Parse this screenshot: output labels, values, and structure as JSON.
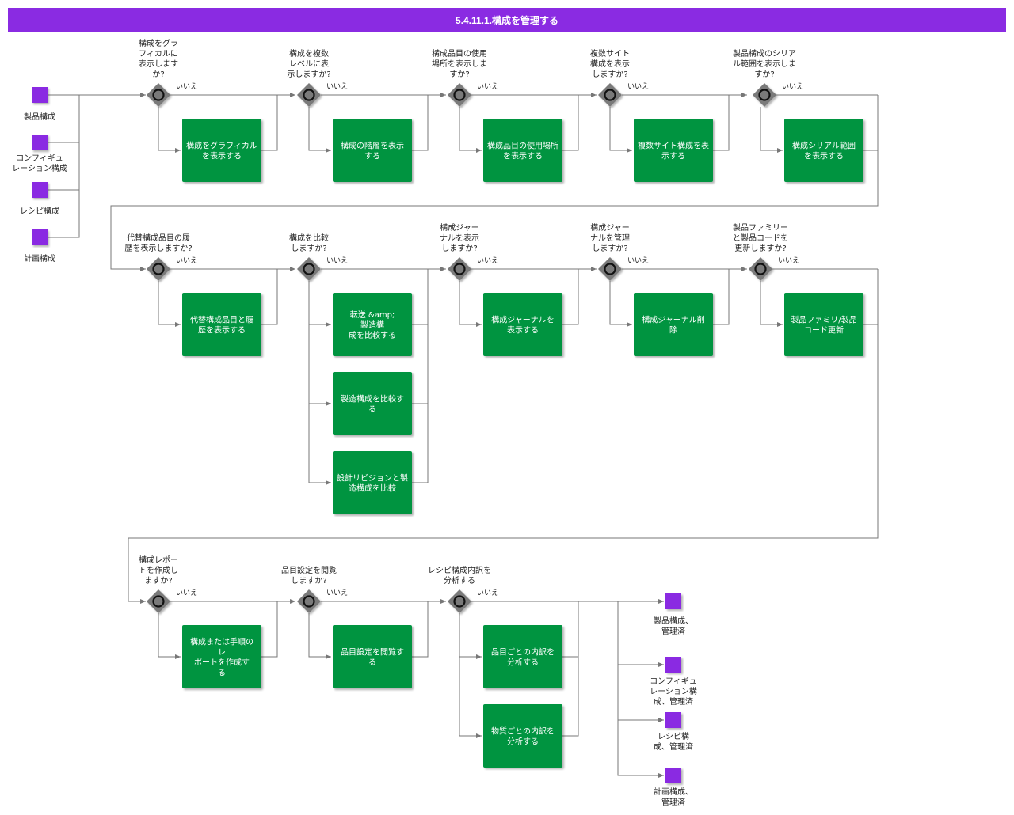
{
  "title": "5.4.11.1.構成を管理する",
  "colors": {
    "header": "#8a2be2",
    "event": "#8a2be2",
    "activity": "#00943f",
    "gateway": "#7a7a7a",
    "line": "#777777"
  },
  "start_events": [
    [
      "製品構成"
    ],
    [
      "コンフィギュ",
      "レーション構成"
    ],
    [
      "レシピ構成"
    ],
    [
      "計画構成"
    ]
  ],
  "end_events": [
    [
      "製品構成、",
      "管理済"
    ],
    [
      "コンフィギュ",
      "レーション構",
      "成、管理済"
    ],
    [
      "レシピ構",
      "成、管理済"
    ],
    [
      "計画構成、",
      "管理済"
    ]
  ],
  "no_label": "いいえ",
  "gateways": [
    [
      "構成をグラ",
      "フィカルに",
      "表示します",
      "か?"
    ],
    [
      "構成を複数",
      "レベルに表",
      "示しますか?"
    ],
    [
      "構成品目の使用",
      "場所を表示しま",
      "すか?"
    ],
    [
      "複数サイト",
      "構成を表示",
      "しますか?"
    ],
    [
      "製品構成のシリア",
      "ル範囲を表示しま",
      "すか?"
    ],
    [
      "代替構成品目の履",
      "歴を表示しますか?"
    ],
    [
      "構成を比較",
      "しますか?"
    ],
    [
      "構成ジャー",
      "ナルを表示",
      "しますか?"
    ],
    [
      "構成ジャー",
      "ナルを管理",
      "しますか?"
    ],
    [
      "製品ファミリー",
      "と製品コードを",
      "更新しますか?"
    ],
    [
      "構成レポー",
      "トを作成し",
      "ますか?"
    ],
    [
      "品目設定を閲覧",
      "しますか?"
    ],
    [
      "レシピ構成内訳を",
      "分析する"
    ]
  ],
  "activities": [
    [
      "構成をグラフィカル",
      "を表示する"
    ],
    [
      "構成の階層を表示",
      "する"
    ],
    [
      "構成品目の使用場所",
      "を表示する"
    ],
    [
      "複数サイト構成を表",
      "示する"
    ],
    [
      "構成シリアル範囲",
      "を表示する"
    ],
    [
      "代替構成品目と履",
      "歴を表示する"
    ],
    [
      "転送 &amp;",
      "製造構",
      "成を比較する"
    ],
    [
      "製造構成を比較す",
      "る"
    ],
    [
      "設計リビジョンと製",
      "造構成を比較"
    ],
    [
      "構成ジャーナルを",
      "表示する"
    ],
    [
      "構成ジャーナル削",
      "除"
    ],
    [
      "製品ファミリ/製品",
      "コード更新"
    ],
    [
      "構成または手順の",
      "レ",
      "ポートを作成す",
      "る"
    ],
    [
      "品目設定を閲覧す",
      "る"
    ],
    [
      "品目ごとの内訳を",
      "分析する"
    ],
    [
      "物質ごとの内訳を",
      "分析する"
    ]
  ]
}
